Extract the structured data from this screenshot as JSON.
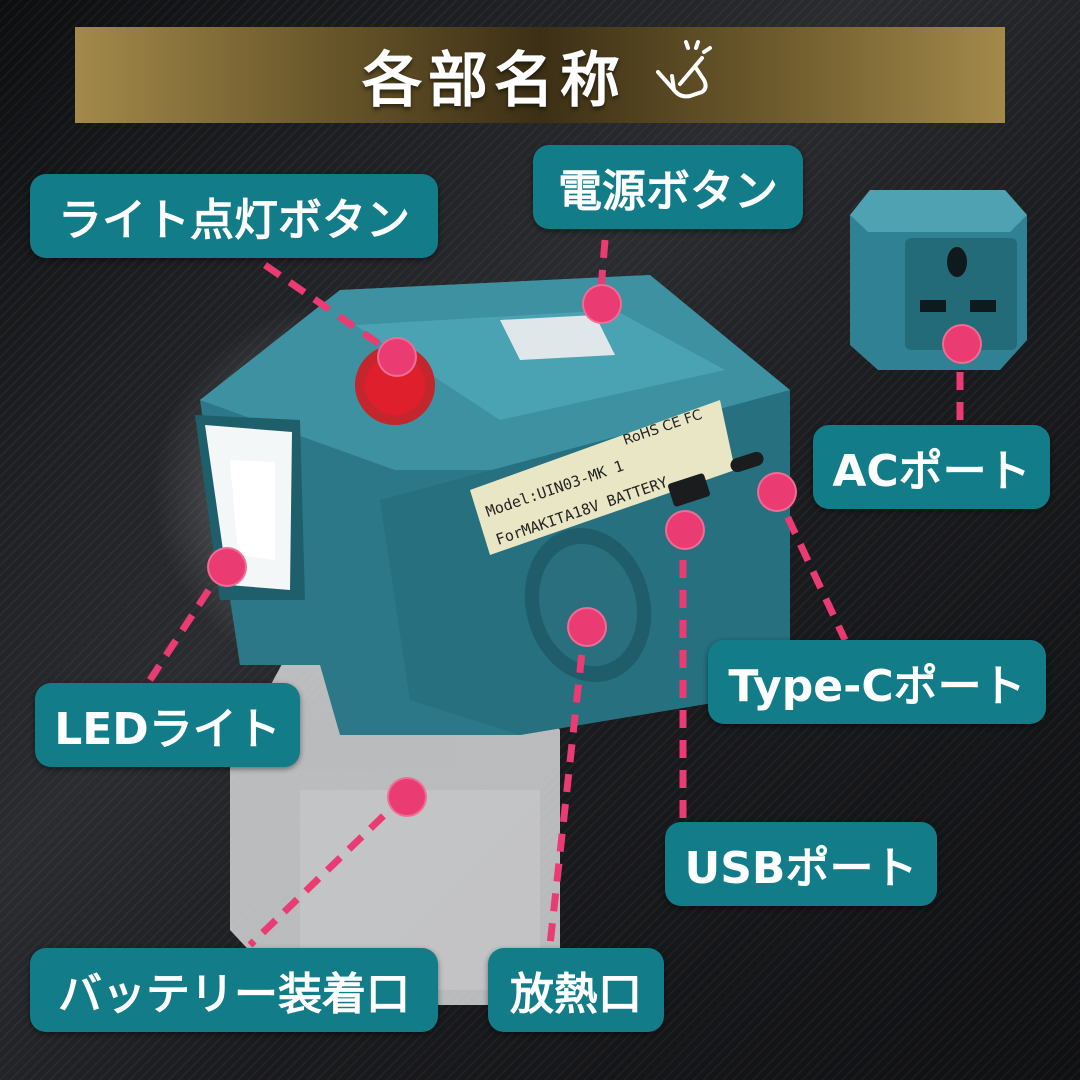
{
  "title": {
    "text": "各部名称",
    "icon": "pointing-hand-icon"
  },
  "product": {
    "model_line": "Model:UIN03-MK 1",
    "battery_line": "ForMAKITA18V BATTERY",
    "cert_marks": "RoHS  CE  FC"
  },
  "labels": {
    "light_button": "ライト点灯ボタン",
    "power_button": "電源ボタン",
    "ac_port": "ACポート",
    "type_c_port": "Type-Cポート",
    "led_light": "LEDライト",
    "usb_port": "USBポート",
    "battery_slot": "バッテリー装着口",
    "vent": "放熱口"
  },
  "colors": {
    "label_bg": "#137c89",
    "leader_line": "#ea3b72",
    "device_body": "#2f7d8f",
    "light_button": "#e01f2c"
  }
}
